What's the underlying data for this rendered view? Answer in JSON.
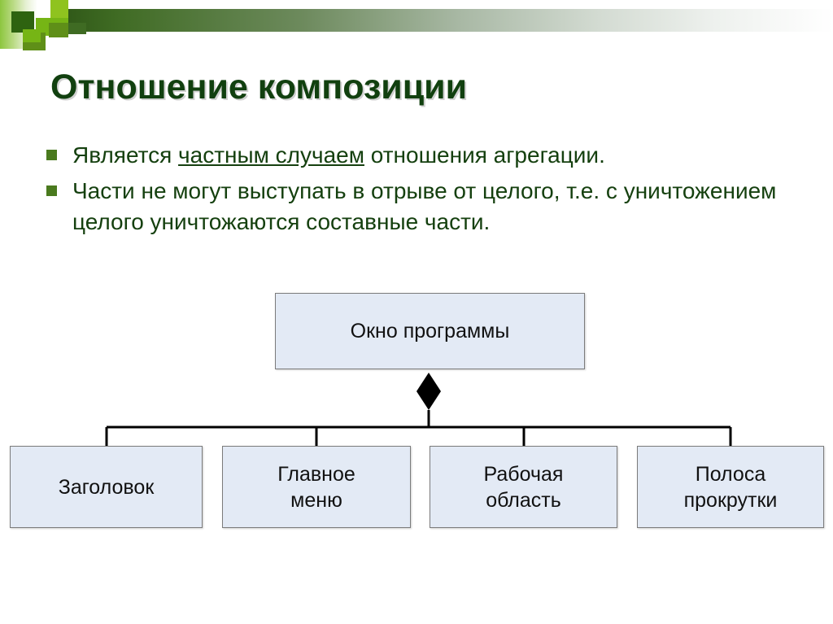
{
  "slide": {
    "title": "Отношение композиции",
    "bullets": [
      {
        "pre": "Является ",
        "emphasis": "частным случаем",
        "post": " отношения агрегации."
      },
      {
        "pre": "Части не могут выступать в отрыве от целого, т.е. с уничтожением целого уничтожаются составные части.",
        "emphasis": "",
        "post": ""
      }
    ]
  },
  "diagram": {
    "type": "uml-composition",
    "root": {
      "label": "Окно программы"
    },
    "relation_symbol": "filled-diamond",
    "parts": [
      {
        "label": "Заголовок"
      },
      {
        "label": "Главное\nменю"
      },
      {
        "label": "Рабочая\nобласть"
      },
      {
        "label": "Полоса\nпрокрутки"
      }
    ]
  },
  "colors": {
    "title_green": "#11400f",
    "body_green": "#15400f",
    "bullet_green": "#4a7a1e",
    "node_fill": "#e3eaf5",
    "node_border": "#7b7b7b",
    "band_dark_green": "#2d5516",
    "accent_light_green": "#8fc31f"
  }
}
